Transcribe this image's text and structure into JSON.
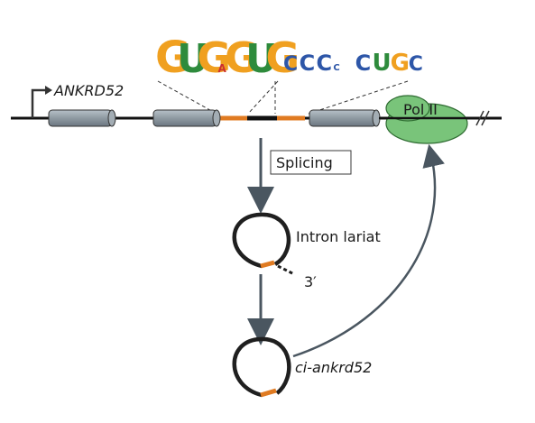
{
  "gene": {
    "name": "ANKRD52"
  },
  "polymerase": {
    "label": "Pol II"
  },
  "arrows": {
    "splicing_label": "Splicing"
  },
  "lariat": {
    "label": "Intron lariat",
    "tail_label": "3′"
  },
  "circular_rna": {
    "label": "ci-ankrd52"
  },
  "motifs": {
    "left": [
      "G",
      "U",
      "G",
      "A",
      "G",
      "U",
      "G"
    ],
    "right": [
      "C",
      "C",
      "C",
      "C",
      "C",
      "U",
      "G",
      "C"
    ]
  },
  "colors": {
    "exon": "#8f9aa2",
    "intron_orange": "#e07b22",
    "lariat_body": "#1f1f1f",
    "pol_green": "#79c47a",
    "arrow_gray": "#4a5660",
    "motif_orange": "#f0a020",
    "motif_green": "#2e8b3c",
    "motif_blue": "#2d56a8",
    "motif_red": "#cc3030"
  }
}
